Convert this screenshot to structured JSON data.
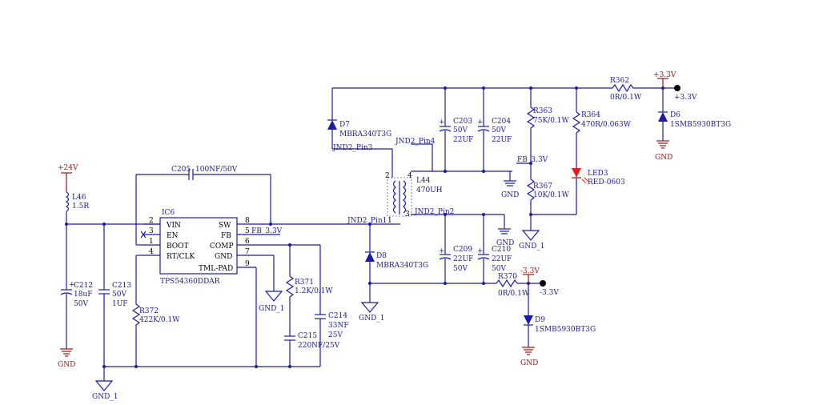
{
  "power_labels": {
    "p24v": "+24V",
    "p33v_top": "+3.3V",
    "p33v_out": "+3.3V",
    "n33v_top": "-3.3V",
    "n33v_out": "-3.3V"
  },
  "ground_labels": {
    "gnd": "GND",
    "gnd1": "GND_1"
  },
  "ic": {
    "ref": "IC6",
    "part": "TPS54360DDAR",
    "pins_left": [
      {
        "num": "2",
        "name": "VIN"
      },
      {
        "num": "3",
        "name": "EN"
      },
      {
        "num": "1",
        "name": "BOOT"
      },
      {
        "num": "4",
        "name": "RT/CLK"
      }
    ],
    "pins_right": [
      {
        "num": "8",
        "name": "SW"
      },
      {
        "num": "5",
        "name": "FB"
      },
      {
        "num": "6",
        "name": "COMP"
      },
      {
        "num": "7",
        "name": "GND"
      },
      {
        "num": "9",
        "name": "TML-PAD"
      }
    ]
  },
  "components": {
    "L46": {
      "ref": "L46",
      "value": "1.5R"
    },
    "C212": {
      "ref": "C212",
      "v1": "18uF",
      "v2": "50V"
    },
    "C213": {
      "ref": "C213",
      "v1": "50V",
      "v2": "1UF"
    },
    "C205": {
      "ref": "C205",
      "v1": "100NF/50V"
    },
    "R372": {
      "ref": "R372",
      "v1": "422K/0.1W"
    },
    "R371": {
      "ref": "R371",
      "v1": "1.2K/0.1W"
    },
    "C215": {
      "ref": "C215",
      "v1": "220NF/25V"
    },
    "C214": {
      "ref": "C214",
      "v1": "33NF",
      "v2": "25V"
    },
    "D7": {
      "ref": "D7",
      "v1": "MBRA340T3G"
    },
    "D8": {
      "ref": "D8",
      "v1": "MBRA340T3G"
    },
    "L44": {
      "ref": "L44",
      "v1": "470UH"
    },
    "C203": {
      "ref": "C203",
      "v1": "50V",
      "v2": "22UF"
    },
    "C204": {
      "ref": "C204",
      "v1": "50V",
      "v2": "22UF"
    },
    "C209": {
      "ref": "C209",
      "v1": "22UF",
      "v2": "50V"
    },
    "C210": {
      "ref": "C210",
      "v1": "22UF",
      "v2": "50V"
    },
    "R363": {
      "ref": "R363",
      "v1": "75K/0.1W"
    },
    "R367": {
      "ref": "R367",
      "v1": "10K/0.1W"
    },
    "R364": {
      "ref": "R364",
      "v1": "470R/0.063W"
    },
    "R362": {
      "ref": "R362",
      "v1": "0R/0.1W"
    },
    "R370": {
      "ref": "R370",
      "v1": "0R/0.1W"
    },
    "LED3": {
      "ref": "LED3",
      "v1": "RED-0603"
    },
    "D6": {
      "ref": "D6",
      "v1": "1SMB5930BT3G"
    },
    "D9": {
      "ref": "D9",
      "v1": "1SMB5930BT3G"
    }
  },
  "net_labels": {
    "fb33v": "FB_3.3V",
    "fb33v_right": "FB_3.3V",
    "jnd2_pin1": "JND2_Pin1",
    "jnd2_pin2": "JND2_Pin2",
    "jnd2_pin3": "JND2_Pin3",
    "jnd2_pin4": "JND2_Pin4"
  },
  "transformer_pins": {
    "p1": "1",
    "p2": "2",
    "p3": "3",
    "p4": "4"
  },
  "colors": {
    "wire": "#1a1aa8",
    "power": "#a01010",
    "led": "#e02020",
    "background": "#ffffff"
  }
}
